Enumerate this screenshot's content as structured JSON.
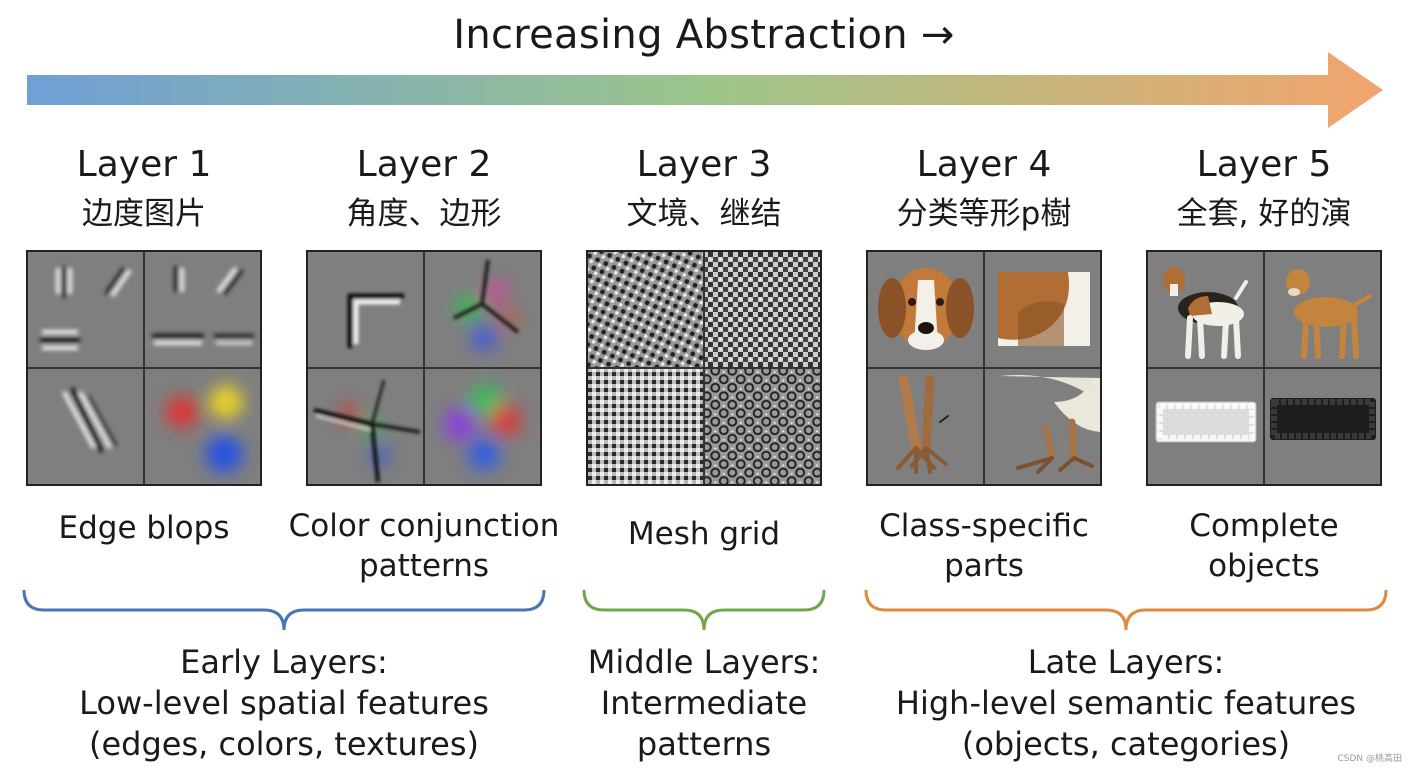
{
  "header": {
    "title": "Increasing Abstraction →"
  },
  "arrow_gradient": [
    "#6f9fd6",
    "#9cc58a",
    "#f2a46d"
  ],
  "layers": [
    {
      "title": "Layer 1",
      "subtitle": "边度图片",
      "caption_lines": [
        "Edge blops"
      ]
    },
    {
      "title": "Layer 2",
      "subtitle": "角度、边形",
      "caption_lines": [
        "Color conjunction",
        "patterns"
      ]
    },
    {
      "title": "Layer 3",
      "subtitle": "文境、继结",
      "caption_lines": [
        "Mesh grid"
      ]
    },
    {
      "title": "Layer 4",
      "subtitle": "分类等形p樹",
      "caption_lines": [
        "Class-specific",
        "parts"
      ]
    },
    {
      "title": "Layer 5",
      "subtitle": "全套, 好的演",
      "caption_lines": [
        "Complete",
        "objects"
      ]
    }
  ],
  "groups": [
    {
      "name": "early",
      "color": "#4a74b8",
      "lines": [
        "Early Layers:",
        "Low-level spatial features",
        "(edges, colors, textures)"
      ]
    },
    {
      "name": "middle",
      "color": "#73a84a",
      "lines": [
        "Middle Layers:",
        "Intermediate",
        "patterns"
      ]
    },
    {
      "name": "late",
      "color": "#e08a3e",
      "lines": [
        "Late Layers:",
        "High-level semantic features",
        "(objects, categories)"
      ]
    }
  ],
  "watermark": "CSDN @桃高田"
}
